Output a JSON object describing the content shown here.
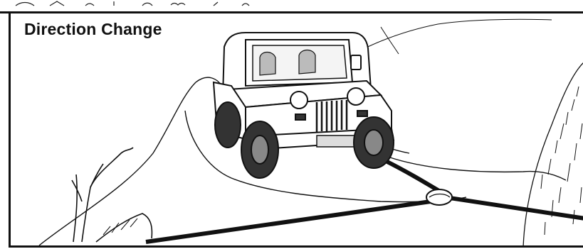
{
  "figure": {
    "title": "Direction Change",
    "subject": "jeep-winching-with-snatch-block",
    "colors": {
      "ink": "#111111",
      "paper": "#ffffff",
      "shade": "#555555"
    },
    "icons": [
      "jeep-illustration",
      "snatch-block-icon",
      "winch-cable",
      "tree-stump",
      "rock-face"
    ]
  }
}
